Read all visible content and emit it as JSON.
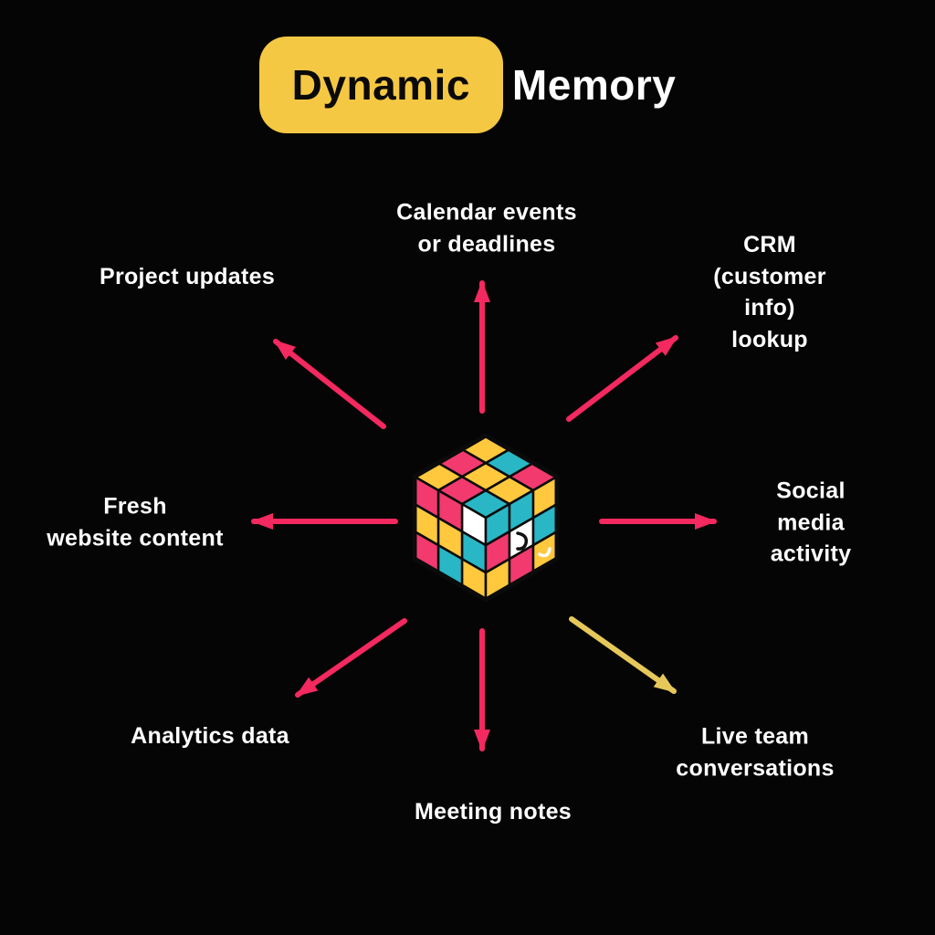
{
  "title": {
    "badge": "Dynamic",
    "rest": "Memory"
  },
  "colors": {
    "background": "#050505",
    "arrow_pink": "#F3295F",
    "arrow_yellow": "#E6C85A",
    "badge_yellow": "#F5C843",
    "text_white": "#FFFFFF"
  },
  "nodes": {
    "calendar": {
      "label": "Calendar events\nor deadlines"
    },
    "project": {
      "label": "Project updates"
    },
    "crm": {
      "label": "CRM (customer info)\nlookup"
    },
    "fresh": {
      "label": "Fresh\nwebsite content"
    },
    "social": {
      "label": "Social media\nactivity"
    },
    "analytics": {
      "label": "Analytics data"
    },
    "meeting": {
      "label": "Meeting notes"
    },
    "liveteam": {
      "label": "Live team\nconversations"
    }
  },
  "cube": {
    "palette": {
      "p": "#F23A6E",
      "y": "#FFC83D",
      "t": "#29B7C6",
      "w": "#FFFFFF"
    },
    "top": [
      "t",
      "y",
      "p",
      "p",
      "y",
      "t",
      "y",
      "p",
      "y"
    ],
    "left": [
      "y",
      "t",
      "p",
      "t",
      "y",
      "y",
      "w",
      "p",
      "p"
    ],
    "right": [
      "y",
      "p",
      "y",
      "p",
      "w",
      "t",
      "t",
      "t",
      "y"
    ]
  }
}
